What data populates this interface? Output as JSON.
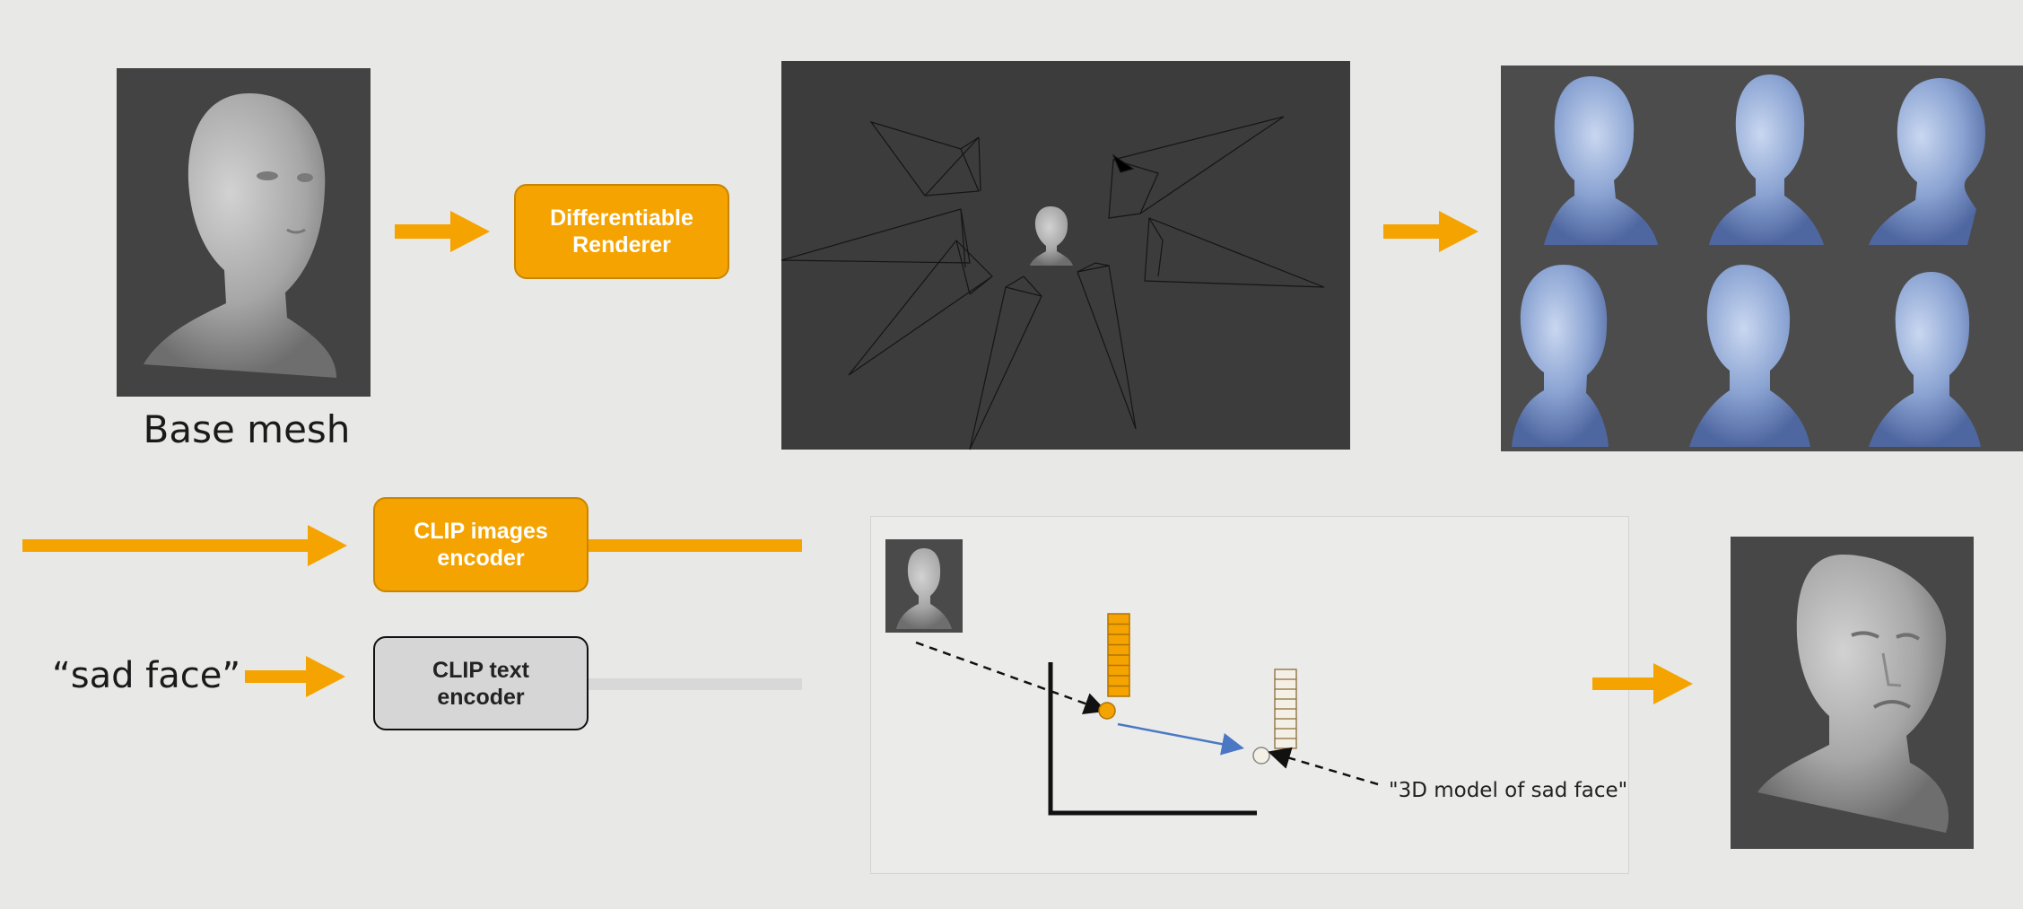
{
  "base_mesh": {
    "caption": "Base mesh"
  },
  "renderer": {
    "label": "Differentiable\nRenderer"
  },
  "clip_image_encoder": {
    "label": "CLIP images\nencoder"
  },
  "clip_text_encoder": {
    "label": "CLIP text\nencoder"
  },
  "text_prompt": {
    "label": "“sad face”"
  },
  "embedding_space": {
    "prompt_label": "\"3D model of sad face\""
  },
  "colors": {
    "accent": "#f5a300",
    "dark_panel": "#434343",
    "head_gray": "#9a9a9a",
    "head_blue": "#8fa9d6",
    "guide_arrow": "#4a78c4"
  },
  "icons": {
    "flow_arrow": "right-arrow-icon",
    "head": "head-mesh-icon",
    "camera": "camera-frustum-icon"
  }
}
